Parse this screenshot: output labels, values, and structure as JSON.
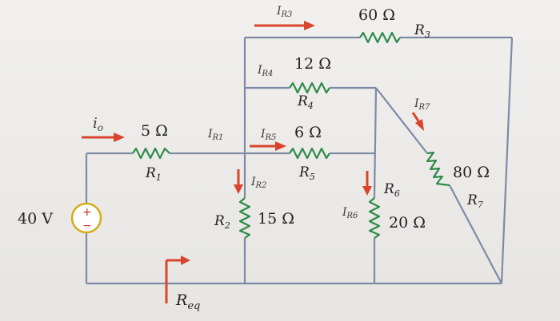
{
  "source": {
    "voltage": "40 V",
    "plus": "+",
    "minus": "−"
  },
  "resistors": {
    "R1": {
      "label": "R",
      "sub": "1",
      "value": "5 Ω"
    },
    "R2": {
      "label": "R",
      "sub": "2",
      "value": "15 Ω"
    },
    "R3": {
      "label": "R",
      "sub": "3",
      "value": "60 Ω"
    },
    "R4": {
      "label": "R",
      "sub": "4",
      "value": "12 Ω"
    },
    "R5": {
      "label": "R",
      "sub": "5",
      "value": "6 Ω"
    },
    "R6": {
      "label": "R",
      "sub": "6",
      "value": "20 Ω"
    },
    "R7": {
      "label": "R",
      "sub": "7",
      "value": "80 Ω"
    }
  },
  "currents": {
    "io": {
      "label": "i",
      "sub": "o"
    },
    "IR1": {
      "label": "I",
      "sub": "R1"
    },
    "IR2": {
      "label": "I",
      "sub": "R2"
    },
    "IR3": {
      "label": "I",
      "sub": "R3"
    },
    "IR4": {
      "label": "I",
      "sub": "R4"
    },
    "IR5": {
      "label": "I",
      "sub": "R5"
    },
    "IR6": {
      "label": "I",
      "sub": "R6"
    },
    "IR7": {
      "label": "I",
      "sub": "R7"
    }
  },
  "req": {
    "label": "R",
    "sub": "eq"
  },
  "colors": {
    "wire": "#7d8aa6",
    "resistor": "#2e8a4a",
    "arrow": "#d8452b",
    "source_ring": "#d4ac1a"
  }
}
